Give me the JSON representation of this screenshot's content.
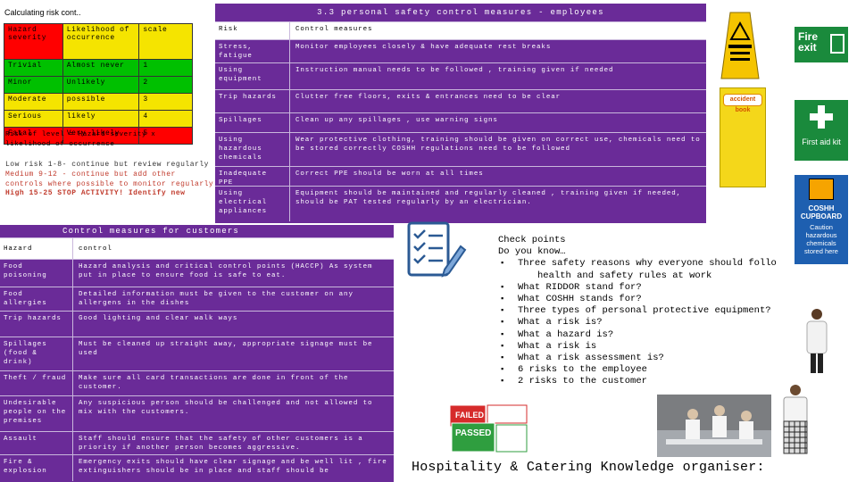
{
  "risk_calc": {
    "title": "Calculating risk cont..",
    "header": {
      "hazard": "Hazard severity",
      "likelihood": "Likelihood of occurrence",
      "scale": "scale"
    },
    "rows": [
      {
        "severity": "Trivial",
        "likelihood": "Almost never",
        "scale": "1",
        "color": "#00c000"
      },
      {
        "severity": "Minor",
        "likelihood": "Unlikely",
        "scale": "2",
        "color": "#00c000"
      },
      {
        "severity": "Moderate",
        "likelihood": "possible",
        "scale": "3",
        "color": "#f5e400"
      },
      {
        "severity": "Serious",
        "likelihood": "likely",
        "scale": "4",
        "color": "#f5e400"
      },
      {
        "severity": "Fatal",
        "likelihood": "Very likely",
        "scale": "5",
        "color": "#ff0000"
      }
    ],
    "formula_line1": "Risk of level = Hazard severity x",
    "formula_line2": "likelihood of occurrence",
    "low": "Low risk 1-8- continue but review regularly",
    "medium": "Medium 9-12 - continue but add other controls where possible to monitor regularly",
    "high": "High 15-25 STOP ACTIVITY! Identify new"
  },
  "employees": {
    "title": "3.3 personal safety control measures - employees",
    "header": {
      "risk": "Risk",
      "measure": "Control measures"
    },
    "rows": [
      {
        "risk": "Stress, fatigue",
        "measure": "Monitor employees closely & have adequate rest breaks"
      },
      {
        "risk": "Using equipment",
        "measure": "Instruction manual needs to be followed , training given if needed"
      },
      {
        "risk": "Trip hazards",
        "measure": "Clutter free floors, exits & entrances need to be clear"
      },
      {
        "risk": "Spillages",
        "measure": "Clean up any spillages , use warning signs"
      },
      {
        "risk": "Using hazardous chemicals",
        "measure": "Wear protective clothing, training should be given on correct use, chemicals need to be stored correctly COSHH regulations need to be followed"
      },
      {
        "risk": "Inadequate PPE",
        "measure": "Correct PPE should be worn at all times"
      },
      {
        "risk": "Using electrical appliances",
        "measure": "Equipment should be maintained and regularly cleaned , training given if needed, should be PAT tested regularly by an electrician."
      }
    ]
  },
  "customers": {
    "title": "Control measures for customers",
    "header": {
      "hazard": "Hazard",
      "measure": "control"
    },
    "rows": [
      {
        "hazard": "Food poisoning",
        "measure": "Hazard analysis and critical control points (HACCP) As system put in place to ensure food is safe to eat."
      },
      {
        "hazard": "Food allergies",
        "measure": "Detailed information must be given to the customer on any allergens in the dishes"
      },
      {
        "hazard": "Trip hazards",
        "measure": "Good lighting and clear walk ways"
      },
      {
        "hazard": "Spillages (food & drink)",
        "measure": "Must be cleaned up straight away, appropriate signage must be used"
      },
      {
        "hazard": "Theft / fraud",
        "measure": "Make sure all card transactions are done in front of the customer."
      },
      {
        "hazard": "Undesirable people on the premises",
        "measure": "Any suspicious person should be challenged and not allowed to mix with the customers."
      },
      {
        "hazard": "Assault",
        "measure": "Staff should ensure that the safety of other customers is a priority if another person becomes aggressive."
      },
      {
        "hazard": "Fire & explosion",
        "measure": "Emergency exits should have clear signage and be well lit , fire extinguishers should be in place and staff should be"
      }
    ]
  },
  "checkpoints": {
    "title": "Check points",
    "intro": "Do you know…",
    "q1_line1": "Three safety reasons why everyone should follo",
    "q1_line2": "health and safety rules at work",
    "questions": [
      "What RIDDOR stand for?",
      "What COSHH stands for?",
      "Three types of personal protective equipment?",
      "What a risk is?",
      "What a hazard is?",
      "What a risk is",
      "What a risk assessment is?",
      "6 risks to the employee",
      "2 risks to the customer"
    ]
  },
  "footer_title": "Hospitality & Catering Knowledge organiser:",
  "signs": {
    "fire_exit": [
      "Fire",
      "exit"
    ],
    "accident_book": "accident book",
    "first_aid": "First aid kit",
    "coshh_title": "COSHH CUPBOARD",
    "coshh_text": "Caution hazardous chemicals stored here",
    "pat_failed": "FAILED",
    "pat_passed": "PASSED"
  },
  "colors": {
    "panel": "#6a2b98",
    "green": "#00c000",
    "amber": "#f5e400",
    "red": "#ff0000"
  }
}
